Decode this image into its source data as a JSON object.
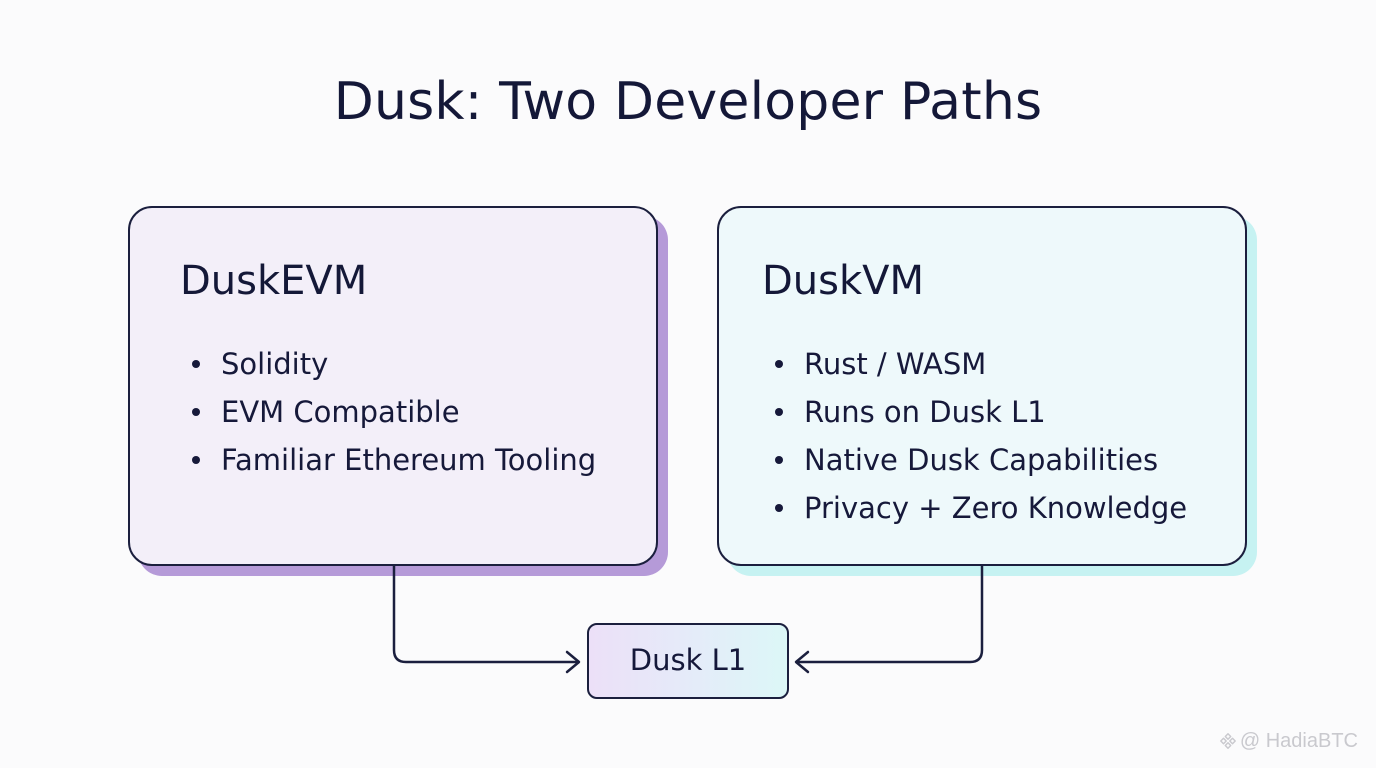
{
  "title": "Dusk: Two Developer Paths",
  "left_card": {
    "title": "DuskEVM",
    "items": [
      "Solidity",
      "EVM Compatible",
      "Familiar Ethereum Tooling"
    ]
  },
  "right_card": {
    "title": "DuskVM",
    "items": [
      "Rust / WASM",
      "Runs on Dusk L1",
      "Native Dusk Capabilities",
      "Privacy + Zero Knowledge"
    ]
  },
  "target_node": {
    "label": "Dusk L1"
  },
  "watermark": {
    "text": "@ HadiaBTC"
  },
  "colors": {
    "text": "#141838",
    "left_card_fill": "#f3eff9",
    "left_card_shadow": "#b59ad8",
    "right_card_fill": "#eef9fb",
    "right_card_shadow": "#c6f2f2",
    "border": "#1b1f3e"
  }
}
